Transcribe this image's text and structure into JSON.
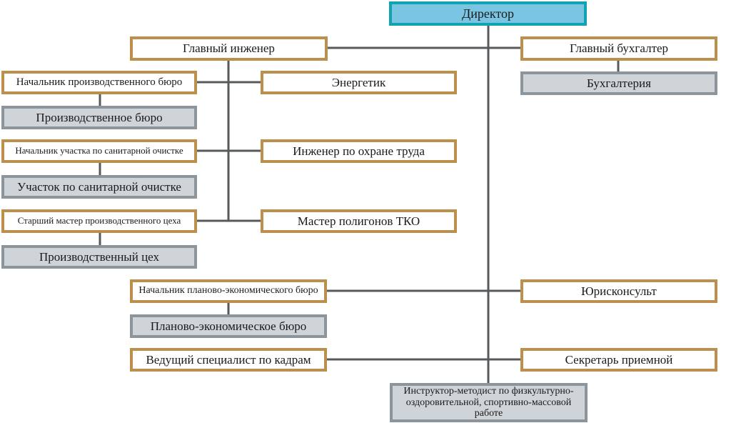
{
  "colors": {
    "line": "#555a5d",
    "gold_border": "#bd8f4c",
    "grey_border": "#8c959c",
    "grey_fill": "#cfd4d8",
    "blue_border": "#10a4b3",
    "blue_fill": "#79c5e2"
  },
  "nodes": {
    "director": "Директор",
    "chief_engineer": "Главный инженер",
    "chief_accountant": "Главный бухгалтер",
    "accounting": "Бухгалтерия",
    "head_production_bureau": "Начальник производственного бюро",
    "production_bureau": "Производственное бюро",
    "power_engineer": "Энергетик",
    "head_sanitation_site": "Начальник участка по санитарной очистке",
    "sanitation_site": "Участок по санитарной очистке",
    "labor_safety_engineer": "Инженер по охране труда",
    "senior_master_workshop": "Старший мастер производственного цеха",
    "production_workshop": "Производственный цех",
    "landfill_master": "Мастер полигонов ТКО",
    "head_planning_bureau": "Начальник планово-экономического бюро",
    "planning_bureau": "Планово-экономическое бюро",
    "legal_counsel": "Юрисконсульт",
    "hr_specialist": "Ведущий специалист по кадрам",
    "reception_secretary": "Секретарь приемной",
    "sports_instructor": "Инструктор-методист по физкультурно-оздоровительной, спортивно-массовой работе"
  }
}
